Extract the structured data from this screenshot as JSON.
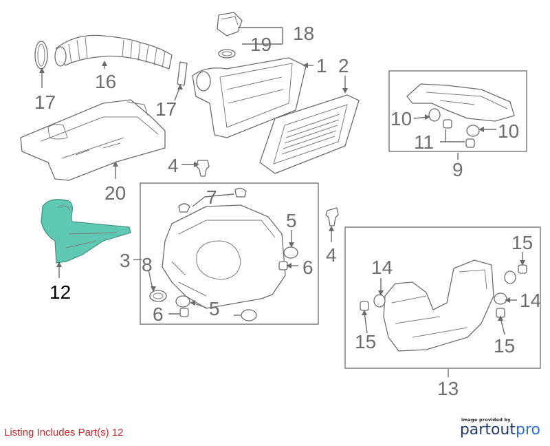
{
  "colors": {
    "highlight": "#5fc9b3",
    "callout_text": "#6d6d6d",
    "listing_text": "#c62828",
    "brand": "#1f3a68"
  },
  "callouts": {
    "c1": "1",
    "c2": "2",
    "c3": "3",
    "c4a": "4",
    "c4b": "4",
    "c5a": "5",
    "c5b": "5",
    "c6a": "6",
    "c6b": "6",
    "c7": "7",
    "c8": "8",
    "c9": "9",
    "c10a": "10",
    "c10b": "10",
    "c11": "11",
    "c12": "12",
    "c13": "13",
    "c14a": "14",
    "c14b": "14",
    "c15a": "15",
    "c15b": "15",
    "c15c": "15",
    "c16": "16",
    "c17a": "17",
    "c17b": "17",
    "c18": "18",
    "c19": "19",
    "c20": "20"
  },
  "listing": "Listing Includes Part(s) 12",
  "credit": {
    "provided_by": "Image provided by",
    "brand_part1": "partout",
    "brand_part2": "pro"
  }
}
